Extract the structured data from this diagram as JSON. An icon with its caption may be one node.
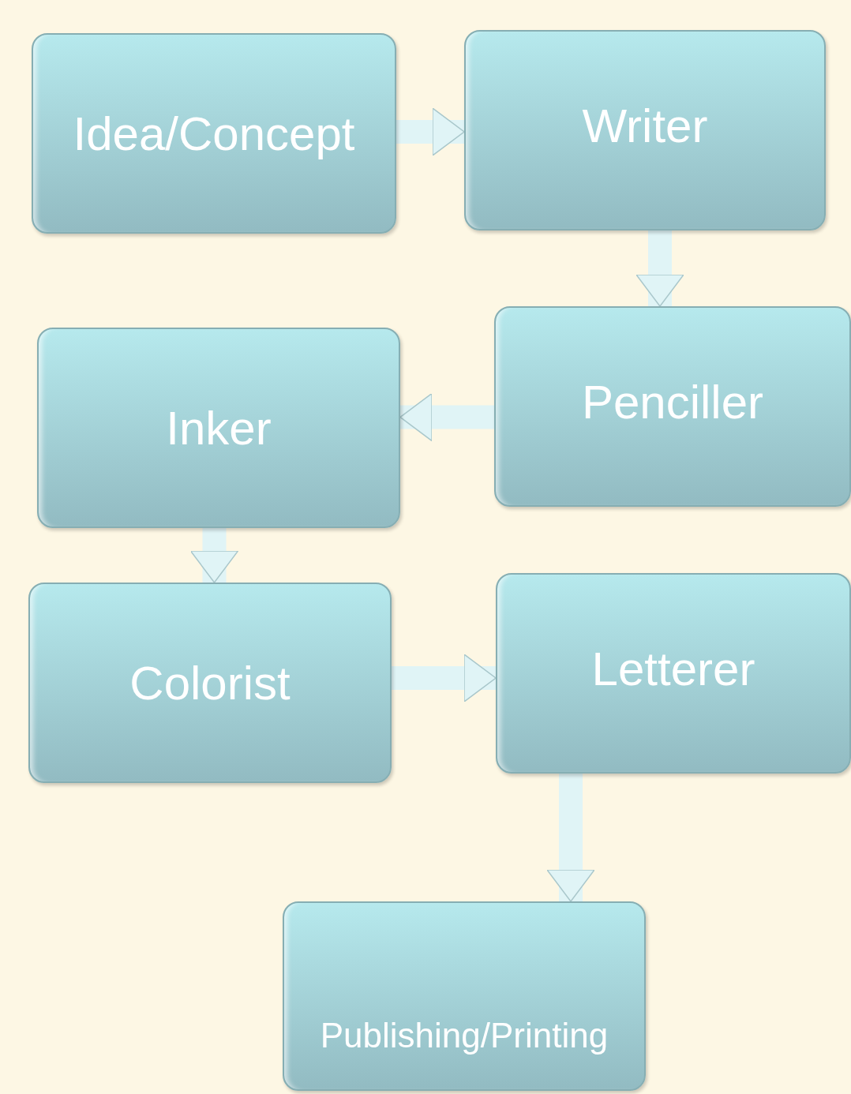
{
  "diagram": {
    "nodes": [
      {
        "text": [
          "Idea/Concept"
        ]
      },
      {
        "text": [
          "Writer"
        ]
      },
      {
        "text": [
          "Penciller"
        ]
      },
      {
        "text": [
          "Inker"
        ]
      },
      {
        "text": [
          "Colorist"
        ]
      },
      {
        "text": [
          "Letterer"
        ]
      },
      {
        "text": [
          "Publishing/Printing"
        ]
      }
    ],
    "edges": [
      {
        "from": 0,
        "to": 1,
        "arrow": "to"
      },
      {
        "from": 1,
        "to": 2,
        "arrow": "to"
      },
      {
        "from": 2,
        "to": 3,
        "arrow": "to"
      },
      {
        "from": 3,
        "to": 4,
        "arrow": "to"
      },
      {
        "from": 4,
        "to": 5,
        "arrow": "to"
      },
      {
        "from": 5,
        "to": 6,
        "arrow": "to"
      }
    ]
  }
}
